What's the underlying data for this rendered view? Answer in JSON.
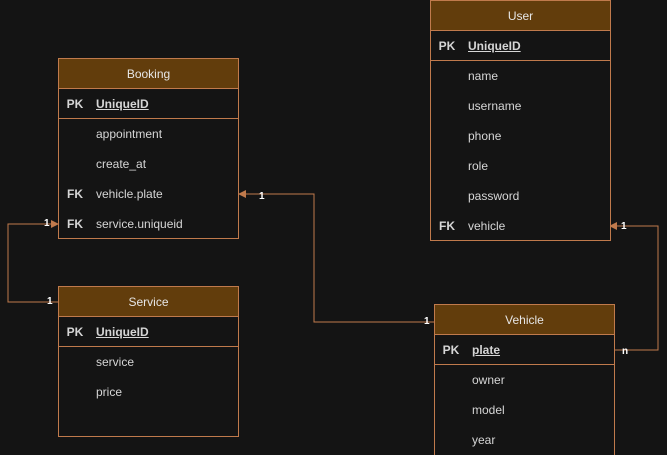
{
  "colors": {
    "background": "#141414",
    "header_fill": "#623d0c",
    "border": "#c07a4c",
    "text": "#d6d6d6"
  },
  "entities": {
    "user": {
      "title": "User",
      "pk_label": "PK",
      "pk_field": "UniqueID",
      "rows": [
        {
          "key": "",
          "name": "name"
        },
        {
          "key": "",
          "name": "username"
        },
        {
          "key": "",
          "name": "phone"
        },
        {
          "key": "",
          "name": "role"
        },
        {
          "key": "",
          "name": "password"
        },
        {
          "key": "FK",
          "name": "vehicle"
        }
      ]
    },
    "booking": {
      "title": "Booking",
      "pk_label": "PK",
      "pk_field": "UniqueID",
      "rows": [
        {
          "key": "",
          "name": "appointment"
        },
        {
          "key": "",
          "name": "create_at"
        },
        {
          "key": "FK",
          "name": "vehicle.plate"
        },
        {
          "key": "FK",
          "name": "service.uniqueid"
        }
      ]
    },
    "service": {
      "title": "Service",
      "pk_label": "PK",
      "pk_field": "UniqueID",
      "rows": [
        {
          "key": "",
          "name": "service"
        },
        {
          "key": "",
          "name": "price"
        }
      ]
    },
    "vehicle": {
      "title": "Vehicle",
      "pk_label": "PK",
      "pk_field": "plate",
      "rows": [
        {
          "key": "",
          "name": "owner"
        },
        {
          "key": "",
          "name": "model"
        },
        {
          "key": "",
          "name": "year"
        }
      ]
    }
  },
  "relationships": {
    "booking_service": {
      "from_card": "1",
      "to_card": "1"
    },
    "booking_vehicle": {
      "from_card": "1",
      "to_card": "1"
    },
    "user_vehicle": {
      "from_card": "1",
      "to_card": "n"
    }
  }
}
